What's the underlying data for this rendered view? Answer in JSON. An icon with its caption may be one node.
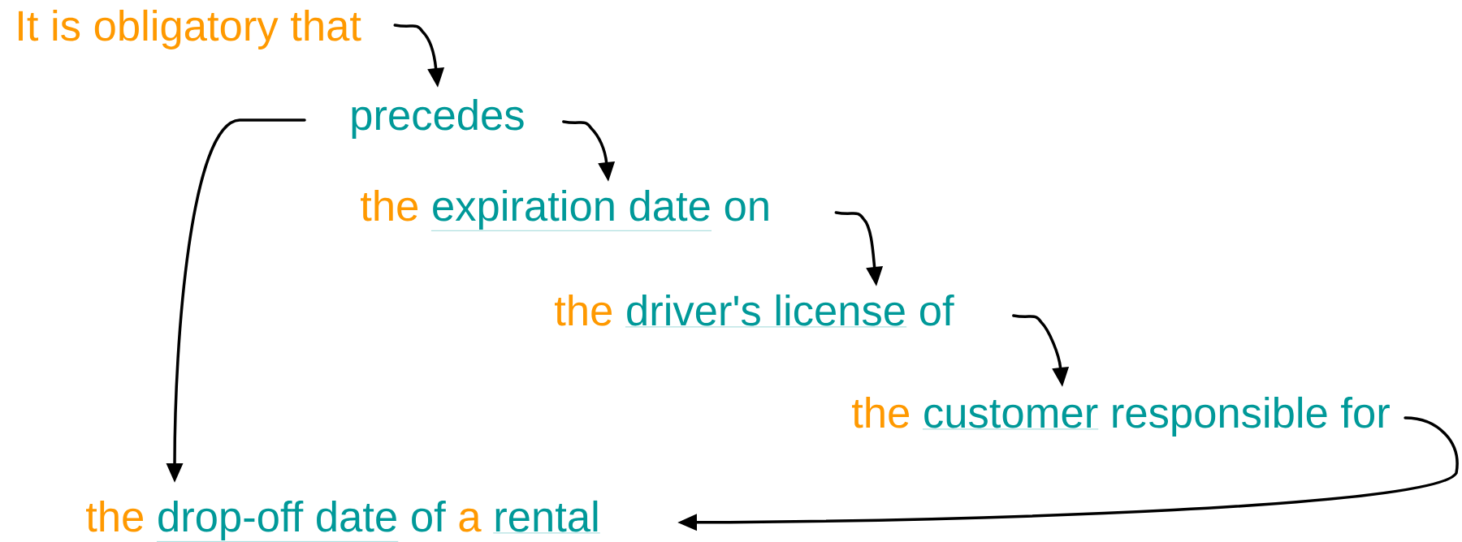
{
  "diagram": {
    "nodes": [
      {
        "text": [
          "It is obligatory that"
        ]
      },
      {
        "text": [
          "precedes"
        ]
      },
      {
        "text": [
          "the",
          "expiration date",
          "on"
        ]
      },
      {
        "text": [
          "the",
          "driver's license",
          "of"
        ]
      },
      {
        "text": [
          "the",
          "customer",
          "responsible for"
        ]
      },
      {
        "text": [
          "the",
          "drop-off date",
          "of",
          "a",
          "rental"
        ]
      }
    ],
    "edges": [
      {
        "from": 0,
        "to": 1,
        "arrow": "to"
      },
      {
        "from": 1,
        "to": 2,
        "arrow": "to"
      },
      {
        "from": 2,
        "to": 3,
        "arrow": "to"
      },
      {
        "from": 3,
        "to": 4,
        "arrow": "to"
      },
      {
        "from": 4,
        "to": 5,
        "arrow": "to"
      },
      {
        "from": 1,
        "to": 5,
        "arrow": "to"
      }
    ]
  }
}
